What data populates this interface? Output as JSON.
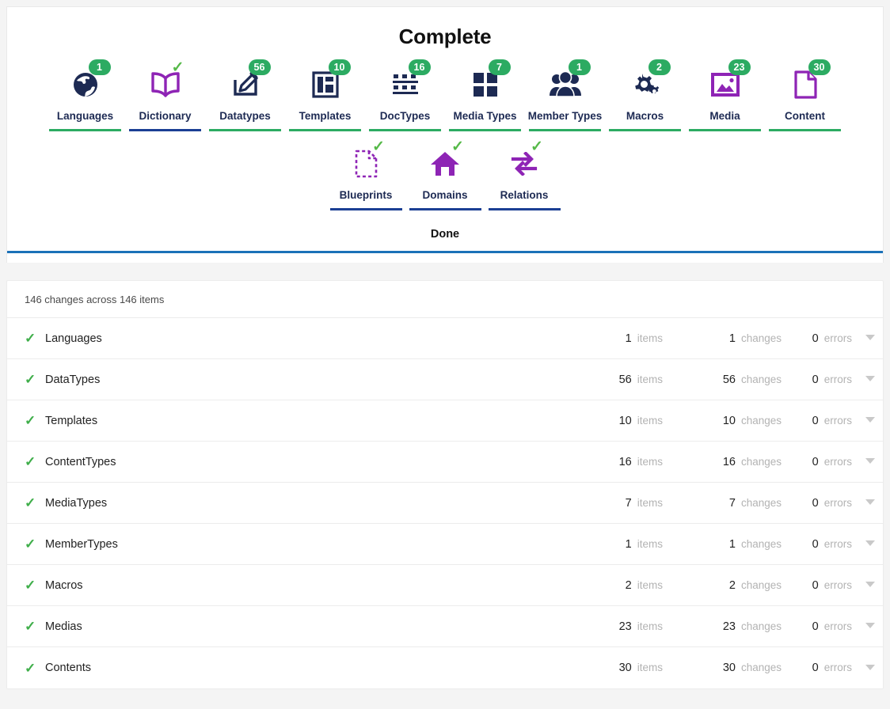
{
  "header": {
    "title": "Complete",
    "done_label": "Done"
  },
  "steps_row1": [
    {
      "label": "Languages",
      "icon": "globe-icon",
      "badge": "1",
      "check": false,
      "bar": "green"
    },
    {
      "label": "Dictionary",
      "icon": "book-icon",
      "badge": null,
      "check": true,
      "bar": "blue"
    },
    {
      "label": "Datatypes",
      "icon": "pencil-edit-icon",
      "badge": "56",
      "check": false,
      "bar": "green"
    },
    {
      "label": "Templates",
      "icon": "layout-icon",
      "badge": "10",
      "check": false,
      "bar": "green"
    },
    {
      "label": "DocTypes",
      "icon": "doctypes-icon",
      "badge": "16",
      "check": false,
      "bar": "green"
    },
    {
      "label": "Media Types",
      "icon": "grid-squares-icon",
      "badge": "7",
      "check": false,
      "bar": "green"
    },
    {
      "label": "Member Types",
      "icon": "people-icon",
      "badge": "1",
      "check": false,
      "bar": "green"
    },
    {
      "label": "Macros",
      "icon": "gears-icon",
      "badge": "2",
      "check": false,
      "bar": "green"
    },
    {
      "label": "Media",
      "icon": "image-icon",
      "badge": "23",
      "check": false,
      "bar": "green"
    },
    {
      "label": "Content",
      "icon": "document-icon",
      "badge": "30",
      "check": false,
      "bar": "green"
    }
  ],
  "steps_row2": [
    {
      "label": "Blueprints",
      "icon": "blueprint-dashed-document-icon",
      "badge": null,
      "check": true,
      "bar": "blue"
    },
    {
      "label": "Domains",
      "icon": "home-icon",
      "badge": null,
      "check": true,
      "bar": "blue"
    },
    {
      "label": "Relations",
      "icon": "exchange-arrows-icon",
      "badge": null,
      "check": true,
      "bar": "blue"
    }
  ],
  "summary": {
    "text": "146 changes across 146 items"
  },
  "table": {
    "units": {
      "items": "items",
      "changes": "changes",
      "errors": "errors"
    },
    "rows": [
      {
        "name": "Languages",
        "items": "1",
        "changes": "1",
        "errors": "0"
      },
      {
        "name": "DataTypes",
        "items": "56",
        "changes": "56",
        "errors": "0"
      },
      {
        "name": "Templates",
        "items": "10",
        "changes": "10",
        "errors": "0"
      },
      {
        "name": "ContentTypes",
        "items": "16",
        "changes": "16",
        "errors": "0"
      },
      {
        "name": "MediaTypes",
        "items": "7",
        "changes": "7",
        "errors": "0"
      },
      {
        "name": "MemberTypes",
        "items": "1",
        "changes": "1",
        "errors": "0"
      },
      {
        "name": "Macros",
        "items": "2",
        "changes": "2",
        "errors": "0"
      },
      {
        "name": "Medias",
        "items": "23",
        "changes": "23",
        "errors": "0"
      },
      {
        "name": "Contents",
        "items": "30",
        "changes": "30",
        "errors": "0"
      }
    ]
  },
  "colors": {
    "badge_green": "#2cab62",
    "check_green": "#55b948",
    "bar_green": "#2cab62",
    "bar_blue": "#1b3f94",
    "navy": "#1d2a53",
    "purple": "#8e24b5",
    "divider_blue": "#1b71b8"
  }
}
